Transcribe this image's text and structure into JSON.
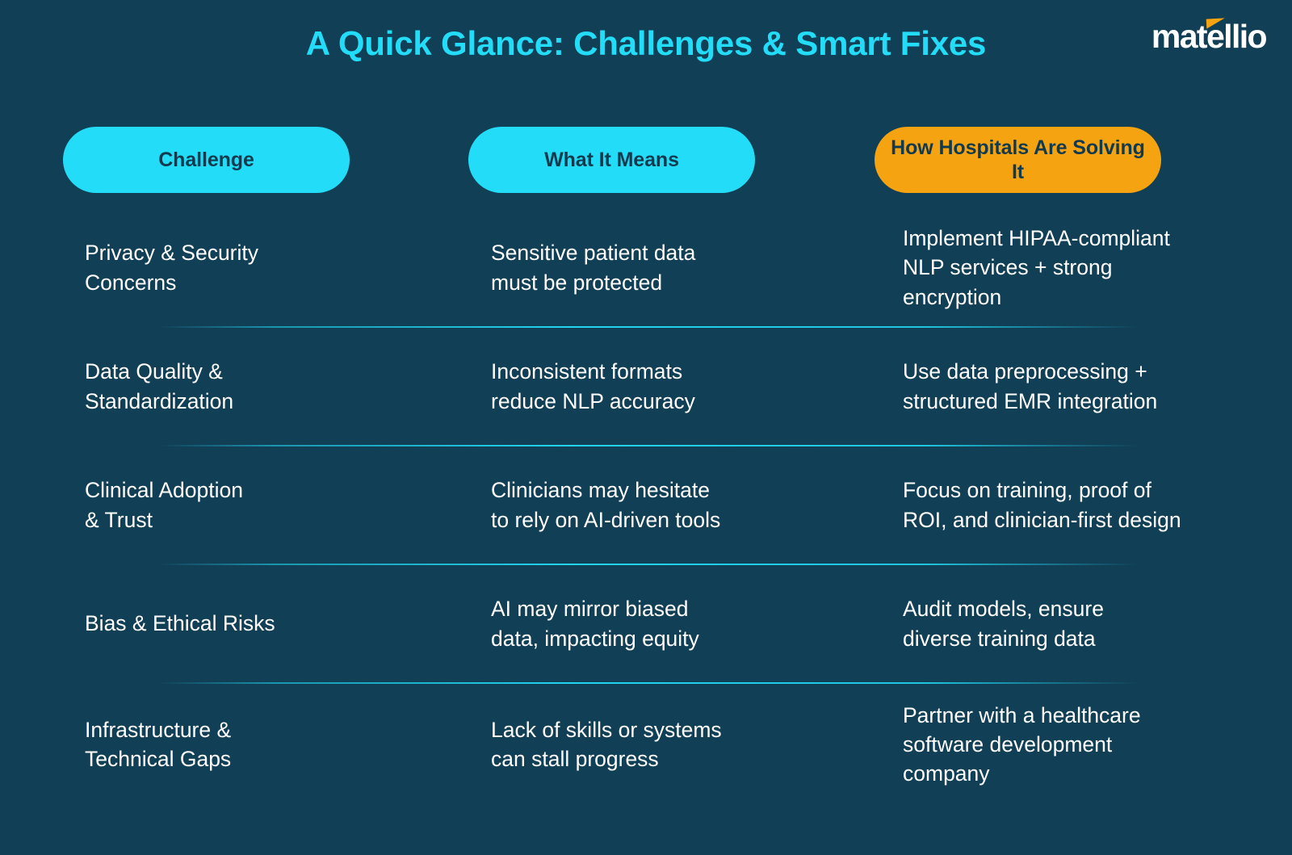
{
  "header": {
    "title": "A Quick Glance: Challenges & Smart Fixes",
    "title_color": "#23DDF8",
    "logo_text": "matellio",
    "logo_accent_color": "#F5A311"
  },
  "theme": {
    "background": "#113F56",
    "pill_cyan": "#23DDF8",
    "pill_orange": "#F5A311",
    "pill_text": "#123A4F",
    "body_text": "#FFFFFF",
    "divider": "#23DDF8"
  },
  "columns": [
    {
      "label": "Challenge",
      "color": "#23DDF8"
    },
    {
      "label": "What It Means",
      "color": "#23DDF8"
    },
    {
      "label": "How Hospitals Are Solving It",
      "color": "#F5A311"
    }
  ],
  "column_labels": {
    "col3_line1": "How Hospitals Are",
    "col3_line2": "Solving It"
  },
  "rows": [
    {
      "challenge": [
        "Privacy & Security",
        "Concerns"
      ],
      "means": [
        "Sensitive patient data",
        "must be protected"
      ],
      "solution": [
        "Implement HIPAA-compliant",
        "NLP services + strong",
        "encryption"
      ]
    },
    {
      "challenge": [
        "Data Quality &",
        "Standardization"
      ],
      "means": [
        "Inconsistent formats",
        "reduce NLP accuracy"
      ],
      "solution": [
        "Use data preprocessing +",
        "structured EMR integration"
      ]
    },
    {
      "challenge": [
        "Clinical Adoption",
        "& Trust"
      ],
      "means": [
        "Clinicians may hesitate",
        "to rely on AI-driven tools"
      ],
      "solution": [
        "Focus on training, proof of",
        "ROI, and clinician-first design"
      ]
    },
    {
      "challenge": [
        "Bias & Ethical Risks"
      ],
      "means": [
        "AI may mirror biased",
        "data, impacting equity"
      ],
      "solution": [
        "Audit models, ensure",
        "diverse training data"
      ]
    },
    {
      "challenge": [
        "Infrastructure &",
        "Technical Gaps"
      ],
      "means": [
        "Lack of skills or systems",
        "can stall progress"
      ],
      "solution": [
        "Partner with a healthcare",
        "software development",
        "company"
      ]
    }
  ]
}
